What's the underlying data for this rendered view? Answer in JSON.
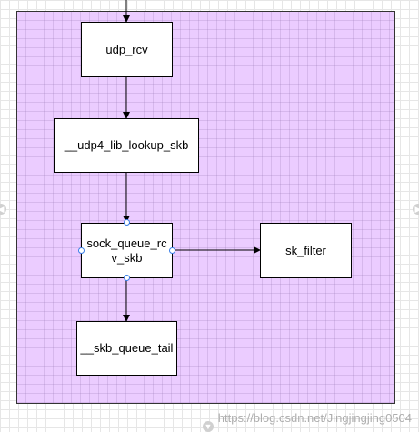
{
  "nodes": {
    "udp_rcv": "udp_rcv",
    "udp4_lib_lookup_skb": "__udp4_lib_lookup_skb",
    "sock_queue_rcv_skb_line1": "sock_queue_rc",
    "sock_queue_rcv_skb_line2": "v_skb",
    "sk_filter": "sk_filter",
    "skb_queue_tail": "__skb_queue_tail"
  },
  "edges": [
    {
      "from": "top",
      "to": "udp_rcv"
    },
    {
      "from": "udp_rcv",
      "to": "__udp4_lib_lookup_skb"
    },
    {
      "from": "__udp4_lib_lookup_skb",
      "to": "sock_queue_rcv_skb"
    },
    {
      "from": "sock_queue_rcv_skb",
      "to": "sk_filter"
    },
    {
      "from": "sock_queue_rcv_skb",
      "to": "__skb_queue_tail"
    }
  ],
  "watermark": "https://blog.csdn.net/Jingjingjing0504",
  "colors": {
    "container_fill": "#ebccff",
    "node_fill": "#ffffff",
    "stroke": "#000000",
    "selection_handle": "#3a7fe8"
  }
}
